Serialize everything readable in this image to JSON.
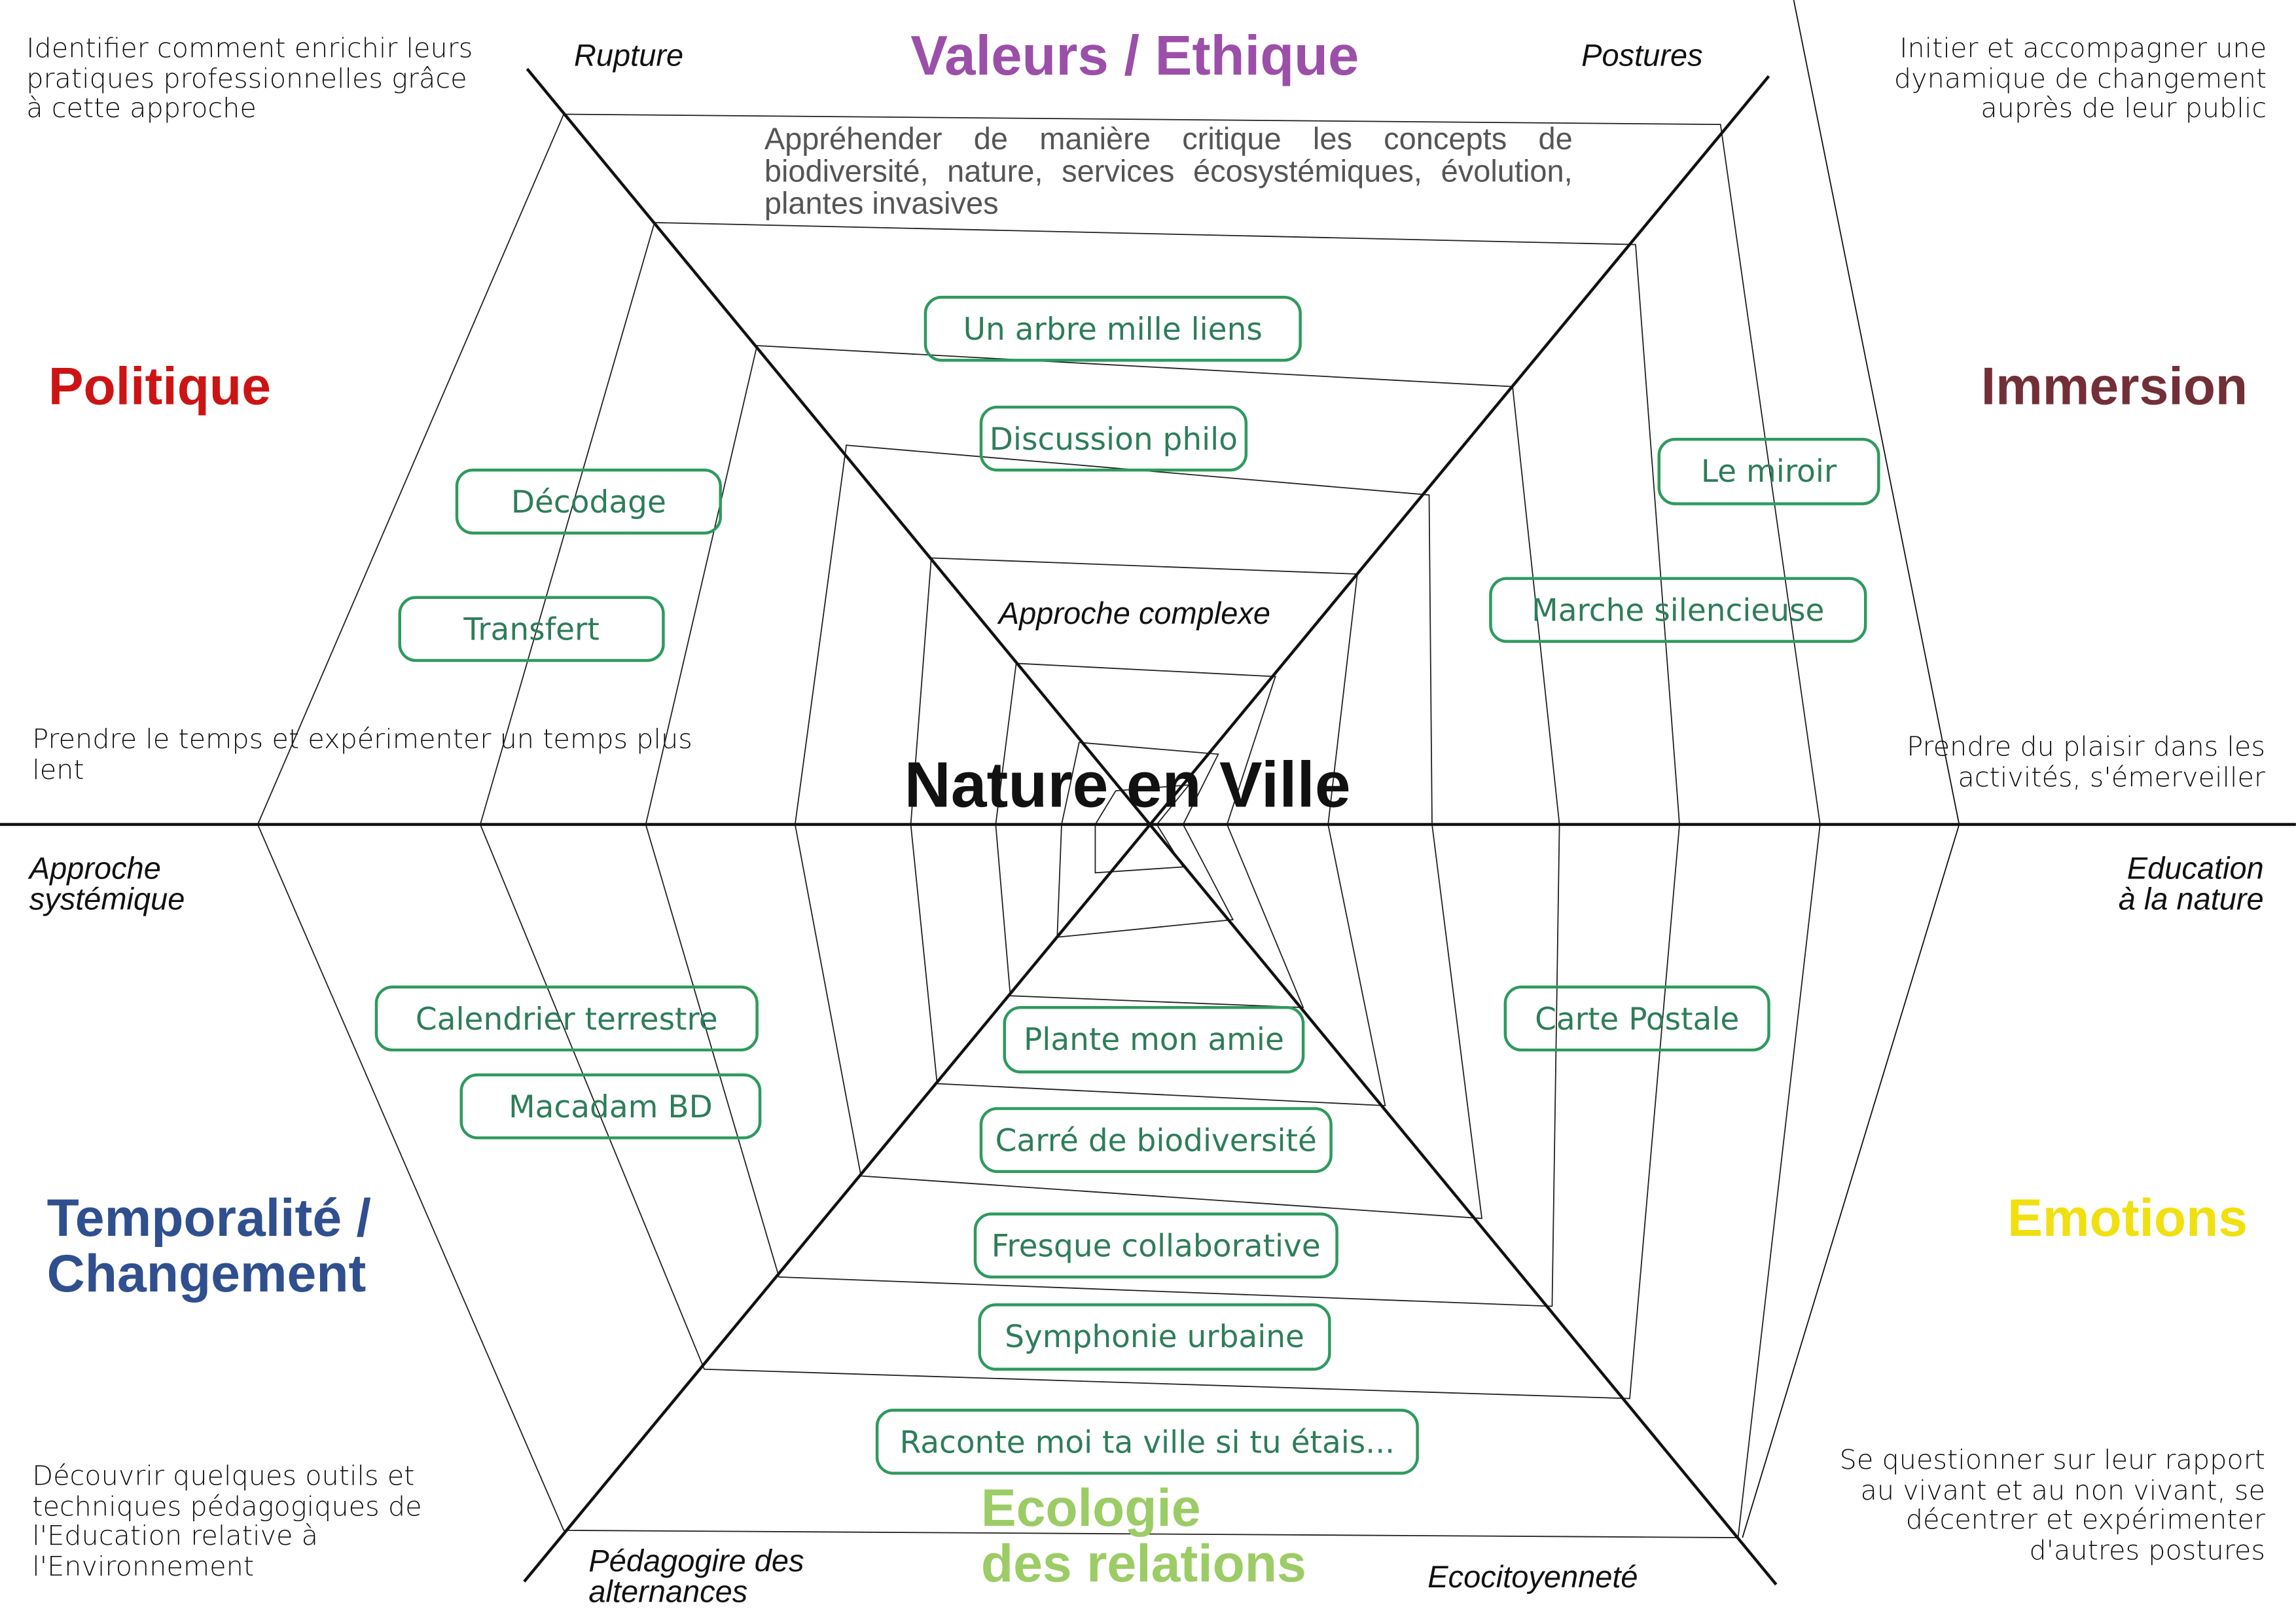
{
  "center_title": "Nature en Ville",
  "themes": {
    "values": {
      "label": "Valeurs / Ethique",
      "color": "#9b4fa8"
    },
    "politics": {
      "label": "Politique",
      "color": "#cc1414"
    },
    "immersion": {
      "label": "Immersion",
      "color": "#722f37"
    },
    "temporality": {
      "label": "Temporalité /\nChangement",
      "color": "#2f4f8f"
    },
    "emotions": {
      "label": "Emotions",
      "color": "#f0e010"
    },
    "ecology": {
      "label": "Ecologie\ndes relations",
      "color": "#9ccc65"
    }
  },
  "axes": {
    "rupture": "Rupture",
    "postures": "Postures",
    "complex": "Approche complexe",
    "systemic": "Approche\nsystémique",
    "nature_education": "Education\nà la nature",
    "alternance": "Pédagogire des\nalternances",
    "ecocitizenship": "Ecocitoyenneté"
  },
  "objectives": {
    "top_left": "Identifier comment enrichir leurs\npratiques professionnelles grâce\nà cette approche",
    "top_right": "Initier et accompagner une\ndynamique de changement\nauprès de leur public",
    "top_center": "Appréhender de manière critique les concepts de biodiversité, nature, services écosystémiques, évolution, plantes invasives",
    "mid_left": "Prendre le temps et expérimenter un temps plus\nlent",
    "mid_right": "Prendre du plaisir dans les\nactivités, s'émerveiller",
    "bottom_left": "Découvrir quelques outils et\ntechniques pédagogiques de\nl'Education relative à\nl'Environnement",
    "bottom_right": "Se questionner sur leur rapport\nau vivant et au non vivant, se\ndécentrer et expérimenter\nd'autres postures"
  },
  "activities": [
    "Un arbre mille liens",
    "Discussion philo",
    "Décodage",
    "Transfert",
    "Le miroir",
    "Marche silencieuse",
    "Calendrier terrestre",
    "Macadam BD",
    "Plante mon amie",
    "Carte Postale",
    "Carré de biodiversité",
    "Fresque collaborative",
    "Symphonie urbaine",
    "Raconte moi ta ville si tu étais..."
  ]
}
